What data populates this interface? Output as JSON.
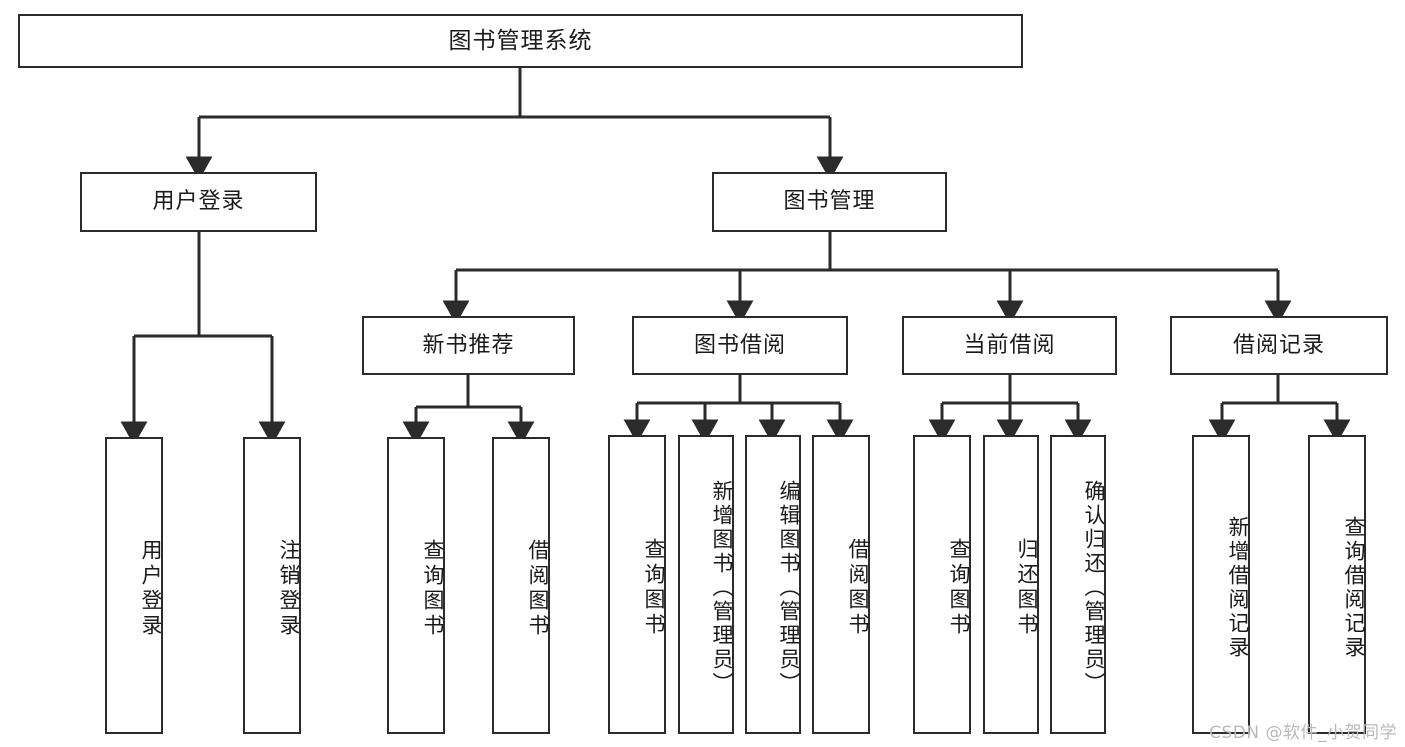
{
  "diagram": {
    "title": "图书管理系统",
    "type": "tree-hierarchy",
    "watermark": "CSDN @软件_小贺同学",
    "root": {
      "label": "图书管理系统"
    },
    "level2": [
      {
        "label": "用户登录"
      },
      {
        "label": "图书管理"
      }
    ],
    "level3": [
      {
        "label": "新书推荐"
      },
      {
        "label": "图书借阅"
      },
      {
        "label": "当前借阅"
      },
      {
        "label": "借阅记录"
      }
    ],
    "leaves": {
      "user_login": [
        {
          "label": "用户登录"
        },
        {
          "label": "注销登录"
        }
      ],
      "new_book_recommend": [
        {
          "label": "查询图书"
        },
        {
          "label": "借阅图书"
        }
      ],
      "book_borrow": [
        {
          "label": "查询图书"
        },
        {
          "label": "新增图书（管理员）"
        },
        {
          "label": "编辑图书（管理员）"
        },
        {
          "label": "借阅图书"
        }
      ],
      "current_borrow": [
        {
          "label": "查询图书"
        },
        {
          "label": "归还图书"
        },
        {
          "label": "确认归还（管理员）"
        }
      ],
      "borrow_record": [
        {
          "label": "新增借阅记录"
        },
        {
          "label": "查询借阅记录"
        }
      ]
    },
    "colors": {
      "stroke": "#2b2b2b",
      "fill": "#ffffff",
      "text": "#1a1a1a",
      "watermark": "#b9b9b9"
    }
  }
}
